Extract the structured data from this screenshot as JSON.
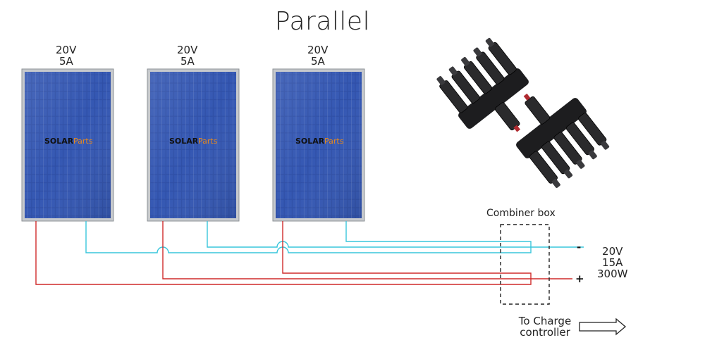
{
  "title": "Parallel",
  "panels": [
    {
      "voltage": "20V",
      "current": "5A",
      "brand_main": "SOLAR",
      "brand_sub": "Parts"
    },
    {
      "voltage": "20V",
      "current": "5A",
      "brand_main": "SOLAR",
      "brand_sub": "Parts"
    },
    {
      "voltage": "20V",
      "current": "5A",
      "brand_main": "SOLAR",
      "brand_sub": "Parts"
    }
  ],
  "combiner": {
    "label": "Combiner box"
  },
  "terminals": {
    "negative": "-",
    "positive": "+"
  },
  "output": {
    "voltage": "20V",
    "current": "15A",
    "power": "300W"
  },
  "charge_controller": {
    "line1": "To Charge",
    "line2": "controller"
  },
  "colors": {
    "negative_wire": "#39c6dc",
    "positive_wire": "#cf2a2a",
    "panel_cell": "#2e4fa8",
    "panel_frame": "#b9bcc0",
    "brand_orange": "#e98a1c",
    "connector": "#1d1d1f"
  }
}
